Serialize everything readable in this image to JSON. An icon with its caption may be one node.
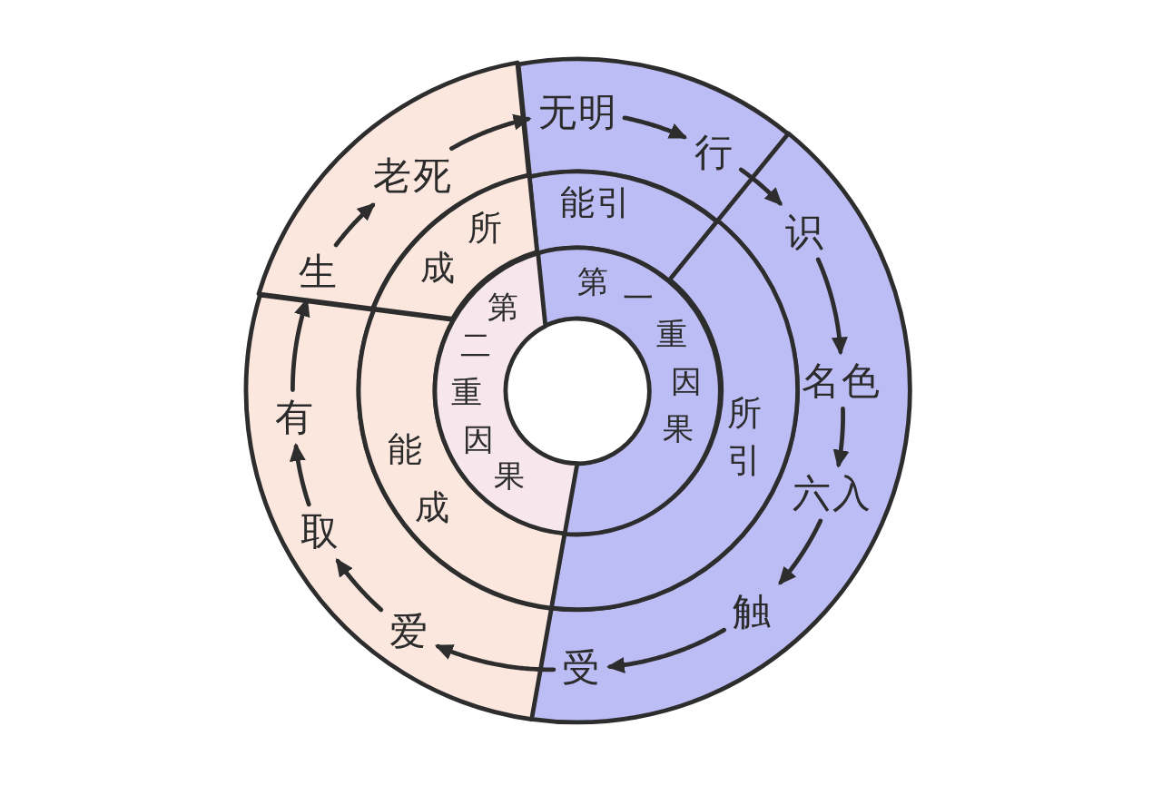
{
  "diagram": {
    "nodes": [
      {
        "text": [],
        "shape": "band"
      },
      {
        "text": [
          "无明"
        ],
        "in": 0
      },
      {
        "text": [
          "行"
        ],
        "in": 0
      },
      {
        "text": [],
        "shape": "band"
      },
      {
        "text": [
          "识"
        ],
        "in": 3
      },
      {
        "text": [
          "名色"
        ],
        "in": 3
      },
      {
        "text": [
          "六入"
        ],
        "in": 3
      },
      {
        "text": [
          "触"
        ],
        "in": 3
      },
      {
        "text": [
          "受"
        ],
        "in": 3
      },
      {
        "text": [],
        "shape": "band"
      },
      {
        "text": [
          "爱"
        ],
        "in": 9
      },
      {
        "text": [
          "取"
        ],
        "in": 9
      },
      {
        "text": [
          "有"
        ],
        "in": 9
      },
      {
        "text": [],
        "shape": "band"
      },
      {
        "text": [
          "生"
        ],
        "in": 13
      },
      {
        "text": [
          "老死"
        ],
        "in": 13
      },
      {
        "text": [
          "能引"
        ]
      },
      {
        "text": [
          "所引"
        ]
      },
      {
        "text": [
          "能成"
        ]
      },
      {
        "text": [
          "所成"
        ]
      },
      {
        "text": [
          "第一重因果"
        ]
      },
      {
        "text": [
          "第二重因果"
        ]
      }
    ],
    "edges": [
      {
        "from": 1,
        "to": 2,
        "arrow": "to"
      },
      {
        "from": 2,
        "to": 4,
        "arrow": "to"
      },
      {
        "from": 4,
        "to": 5,
        "arrow": "to"
      },
      {
        "from": 5,
        "to": 6,
        "arrow": "to"
      },
      {
        "from": 6,
        "to": 7,
        "arrow": "to"
      },
      {
        "from": 7,
        "to": 8,
        "arrow": "to"
      },
      {
        "from": 8,
        "to": 10,
        "arrow": "to"
      },
      {
        "from": 10,
        "to": 11,
        "arrow": "to"
      },
      {
        "from": 11,
        "to": 12,
        "arrow": "to"
      },
      {
        "from": 12,
        "to": 14,
        "arrow": "to"
      },
      {
        "from": 14,
        "to": 15,
        "arrow": "to"
      },
      {
        "from": 15,
        "to": 1,
        "arrow": "to"
      }
    ]
  }
}
